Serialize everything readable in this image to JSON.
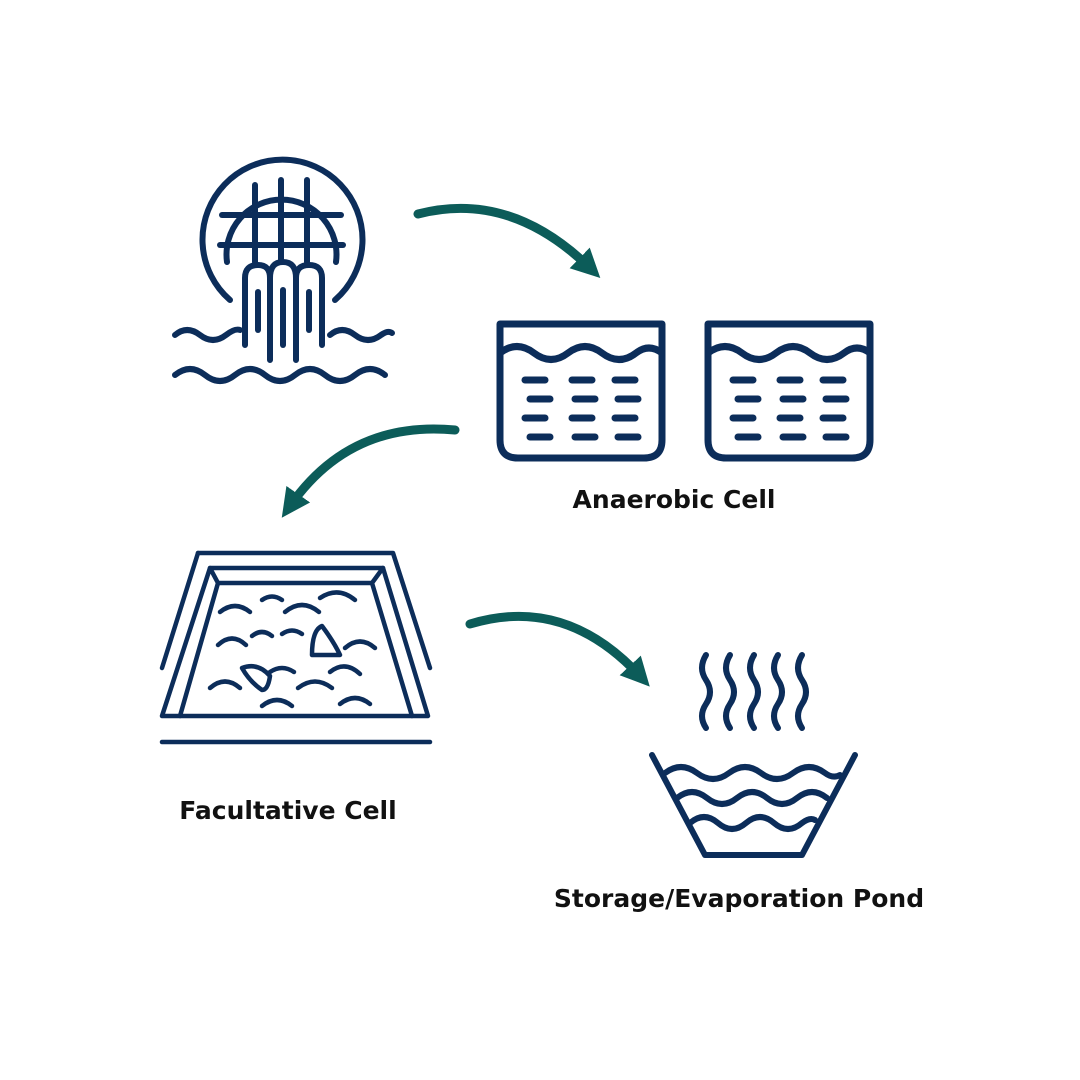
{
  "colors": {
    "icon_stroke": "#0c2d5a",
    "arrow": "#0c5c59",
    "label_text": "#111111",
    "background": "#ffffff"
  },
  "icons": {
    "outfall": "sewer-outfall-pipe-icon",
    "anaerobic": "anaerobic-tank-icon",
    "facultative": "facultative-pond-icon",
    "storage": "evaporation-pond-icon",
    "arrow": "curved-arrow-icon"
  },
  "labels": {
    "anaerobic": "Anaerobic Cell",
    "facultative": "Facultative Cell",
    "storage": "Storage/Evaporation Pond"
  }
}
